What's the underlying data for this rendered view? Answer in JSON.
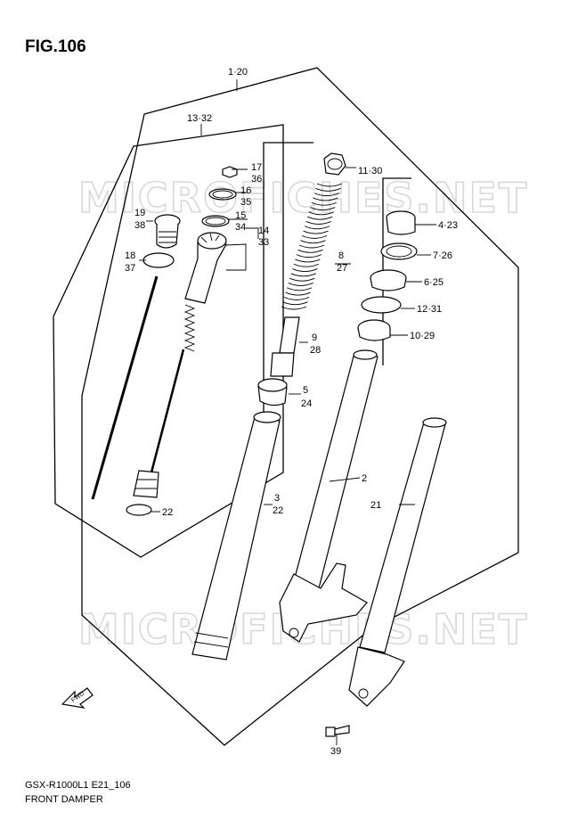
{
  "figure": {
    "title": "FIG.106",
    "model_code": "GSX-R1000L1 E21_106",
    "name": "FRONT DAMPER",
    "watermark": "MICROFICHES.NET"
  },
  "callouts": [
    {
      "id": "c-1-20",
      "text": "1·20"
    },
    {
      "id": "c-13-32",
      "text": "13·32"
    },
    {
      "id": "c-17",
      "text": "17"
    },
    {
      "id": "c-36",
      "text": "36"
    },
    {
      "id": "c-16",
      "text": "16"
    },
    {
      "id": "c-35",
      "text": "35"
    },
    {
      "id": "c-15",
      "text": "15"
    },
    {
      "id": "c-34",
      "text": "34"
    },
    {
      "id": "c-14",
      "text": "14"
    },
    {
      "id": "c-33",
      "text": "33"
    },
    {
      "id": "c-19",
      "text": "19"
    },
    {
      "id": "c-38",
      "text": "38"
    },
    {
      "id": "c-18",
      "text": "18"
    },
    {
      "id": "c-37",
      "text": "37"
    },
    {
      "id": "c-22a",
      "text": "22"
    },
    {
      "id": "c-11-30",
      "text": "11·30"
    },
    {
      "id": "c-8",
      "text": "8"
    },
    {
      "id": "c-27",
      "text": "27"
    },
    {
      "id": "c-9",
      "text": "9"
    },
    {
      "id": "c-28",
      "text": "28"
    },
    {
      "id": "c-5",
      "text": "5"
    },
    {
      "id": "c-24",
      "text": "24"
    },
    {
      "id": "c-3",
      "text": "3"
    },
    {
      "id": "c-22b",
      "text": "22"
    },
    {
      "id": "c-2",
      "text": "2"
    },
    {
      "id": "c-21",
      "text": "21"
    },
    {
      "id": "c-4-23",
      "text": "4·23"
    },
    {
      "id": "c-7-26",
      "text": "7·26"
    },
    {
      "id": "c-6-25",
      "text": "6·25"
    },
    {
      "id": "c-12-31",
      "text": "12·31"
    },
    {
      "id": "c-10-29",
      "text": "10·29"
    },
    {
      "id": "c-39",
      "text": "39"
    }
  ],
  "fwd_arrow_text": "FWD"
}
